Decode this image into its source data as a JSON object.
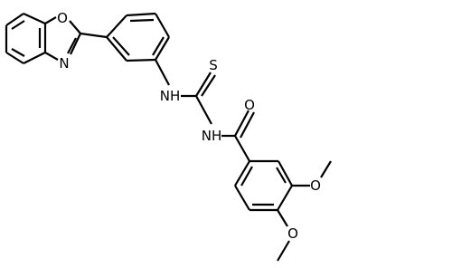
{
  "structure": {
    "atoms": {
      "oxazole_o": "O",
      "oxazole_n": "N",
      "thioamide_nh": "NH",
      "thiocarbonyl_s": "S",
      "amide_nh": "NH",
      "carbonyl_o": "O",
      "methoxy_o_meta": "O",
      "methoxy_o_para": "O"
    }
  },
  "colors": {
    "bond": "#000000",
    "label": "#000000",
    "background": "#ffffff"
  }
}
